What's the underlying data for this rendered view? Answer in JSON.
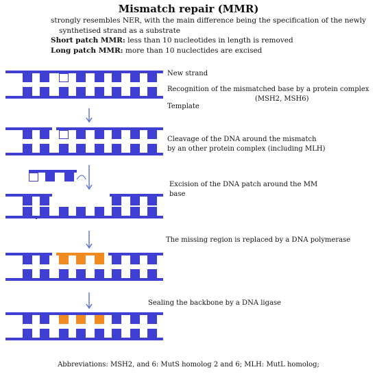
{
  "title": "Mismatch repair (MMR)",
  "intro": {
    "line1": "strongly resembles  NER, with the main difference being the specification of the newly",
    "line2": "synthetised strand as a substrate",
    "short_label": "Short patch MMR:",
    "short_text": " less than 10 nucleotides in length is removed",
    "long_label": "Long patch MMR:",
    "long_text": " more than 10 nuclectides are excised"
  },
  "steps": [
    {
      "label_new": "New strand",
      "text": "Recognition of the mismatched base by a protein complex",
      "text2": "(MSH2, MSH6)",
      "label_template": "Template"
    },
    {
      "text": "Cleavage of the DNA around the mismatch",
      "text2": "by an other protein complex  (including MLH)"
    },
    {
      "text": "Excision of the DNA patch around the MM",
      "text2": "base"
    },
    {
      "text": "The missing region is replaced by a DNA polymerase"
    },
    {
      "text": "Sealing the backbone by a DNA ligase"
    }
  ],
  "footer": "Abbreviations:   MSH2, and 6: MutS homolog 2 and 6;   MLH: MutL homolog;",
  "colors": {
    "strand": "#3f3fd4",
    "replaced": "#f28a22",
    "arrow": "#4466cc",
    "text": "#111111"
  }
}
